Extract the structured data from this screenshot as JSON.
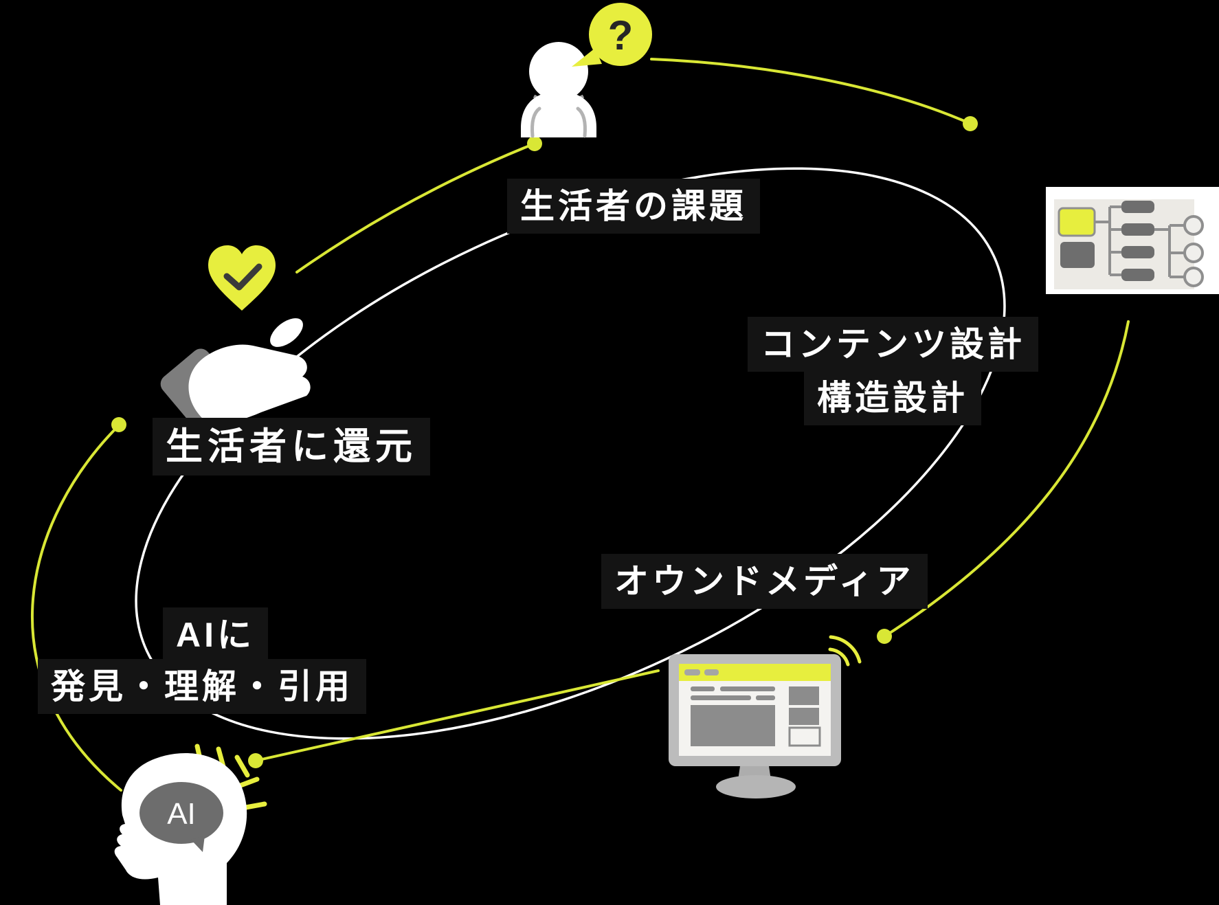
{
  "diagram": {
    "title_present": false,
    "type": "cycle-diagram",
    "labels": {
      "consumer_problems": "生活者の課題",
      "content_design": "コンテンツ設計",
      "structure_design": "構造設計",
      "owned_media": "オウンドメディア",
      "ai_to": "AIに",
      "ai_actions": "発見・理解・引用",
      "return_to_consumers": "生活者に還元",
      "brain_label": "AI",
      "question_mark": "?"
    },
    "icons": [
      "person-with-question-icon",
      "sitemap-structure-icon",
      "monitor-website-icon",
      "ai-head-icon",
      "hand-with-heart-icon"
    ],
    "colors": {
      "background": "#000000",
      "label_background": "#141414",
      "label_text": "#ffffff",
      "accent_yellow": "#e7ee3e",
      "line_yellow": "#d9e735",
      "line_white": "#ffffff",
      "icon_white": "#ffffff",
      "gray_dark": "#6e6e6e",
      "gray_mid": "#8f8f8f",
      "gray_light": "#bcbcbc"
    }
  }
}
